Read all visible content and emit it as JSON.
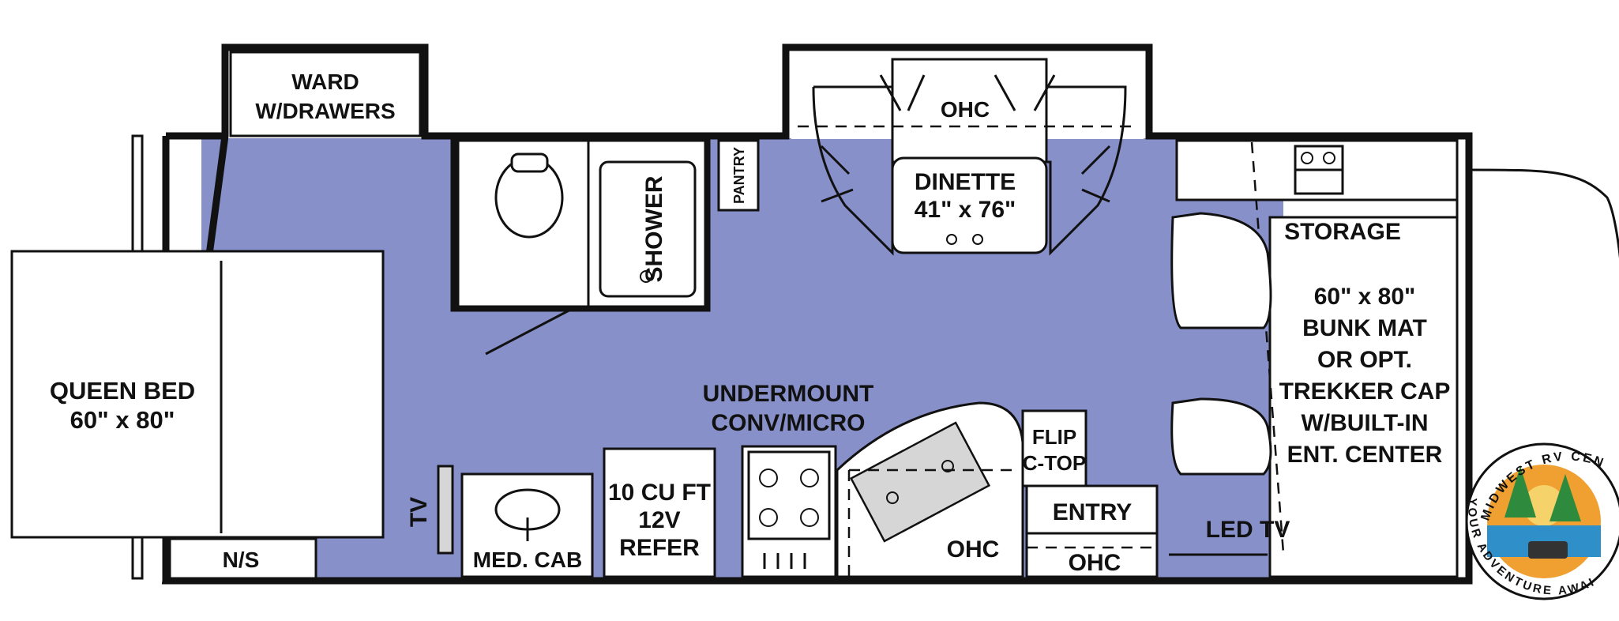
{
  "labels": {
    "ward_line1": "WARD",
    "ward_line2": "W/DRAWERS",
    "ohc_top": "OHC",
    "dinette_line1": "DINETTE",
    "dinette_line2": "41\" x 76\"",
    "shower": "SHOWER",
    "pantry": "PANTRY",
    "storage": "STORAGE",
    "bunk_line1": "60\" x 80\"",
    "bunk_line2": "BUNK MAT",
    "bunk_line3": "OR OPT.",
    "bunk_line4": "TREKKER CAP",
    "bunk_line5": "W/BUILT-IN",
    "bunk_line6": "ENT. CENTER",
    "queen_line1": "QUEEN BED",
    "queen_line2": "60\" x 80\"",
    "undermount_line1": "UNDERMOUNT",
    "undermount_line2": "CONV/MICRO",
    "flip_line1": "FLIP",
    "flip_line2": "C-TOP",
    "entry": "ENTRY",
    "ohc_entry": "OHC",
    "ohc_galley": "OHC",
    "led_tv": "LED TV",
    "tv": "TV",
    "ns": "N/S",
    "med_cab": "MED. CAB",
    "refer_line1": "10 CU FT",
    "refer_line2": "12V",
    "refer_line3": "REFER"
  },
  "logo": {
    "top_text": "MIDWEST RV CENTER",
    "bottom_text": "YOUR ADVENTURE AWAITS",
    "colors": {
      "sun": "#f6b53a",
      "sky": "#f0a030",
      "water": "#2f8fc8",
      "tree": "#2e8b3e",
      "ring": "#111111"
    }
  },
  "colors": {
    "floor": "#8790c8",
    "wall": "#111111",
    "fixture_fill": "#ffffff"
  }
}
